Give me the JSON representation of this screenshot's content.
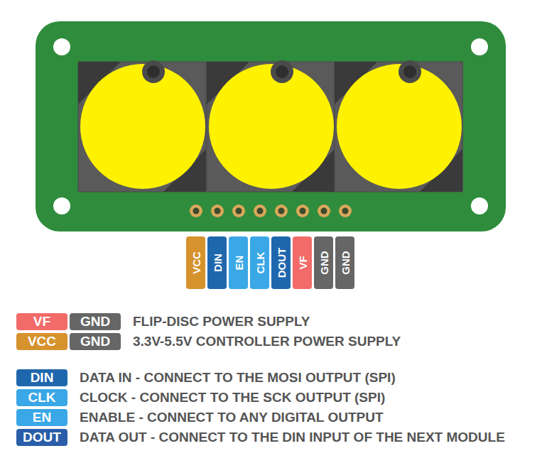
{
  "diagram": {
    "nodes": [
      {
        "text": [
          "VCC"
        ]
      },
      {
        "text": [
          "DIN"
        ]
      },
      {
        "text": [
          "EN"
        ]
      },
      {
        "text": [
          "CLK"
        ]
      },
      {
        "text": [
          "DOUT"
        ]
      },
      {
        "text": [
          "VF"
        ]
      },
      {
        "text": [
          "GND"
        ]
      },
      {
        "text": [
          "GND"
        ]
      },
      {
        "text": [
          "VF"
        ]
      },
      {
        "text": [
          "GND"
        ]
      },
      {
        "text": [
          "VCC"
        ]
      },
      {
        "text": [
          "GND"
        ]
      },
      {
        "text": [
          "DIN"
        ]
      },
      {
        "text": [
          "CLK"
        ]
      },
      {
        "text": [
          "EN"
        ]
      },
      {
        "text": [
          "DOUT"
        ]
      }
    ],
    "labels": [
      "FLIP-DISC POWER SUPPLY",
      "3.3V-5.5V CONTROLLER POWER SUPPLY",
      "DATA IN - CONNECT TO THE MOSI OUTPUT (SPI)",
      "CLOCK - CONNECT TO THE SCK OUTPUT (SPI)",
      "ENABLE - CONNECT TO ANY DIGITAL OUTPUT",
      "DATA OUT - CONNECT TO THE DIN INPUT OF THE NEXT MODULE"
    ]
  }
}
